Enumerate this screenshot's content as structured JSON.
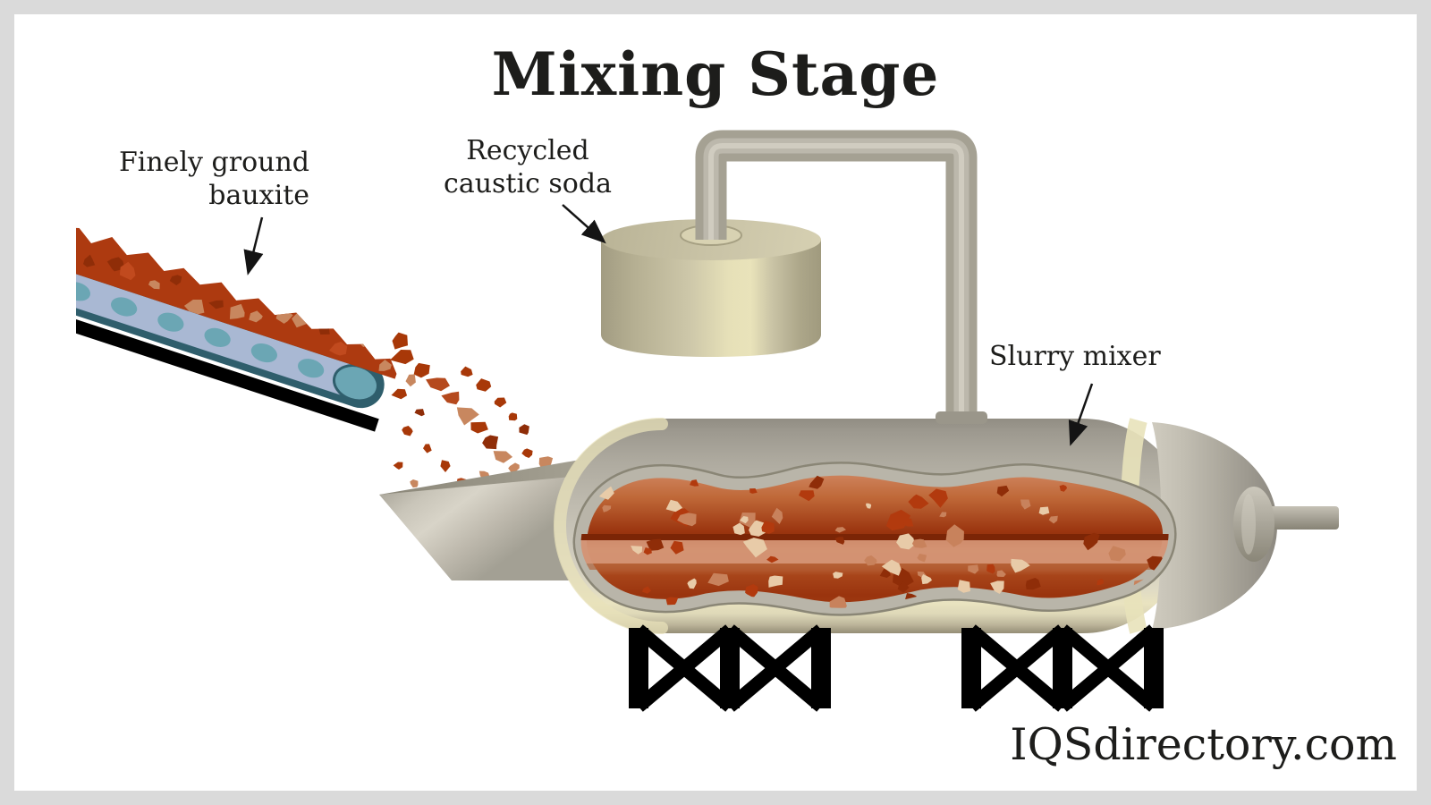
{
  "title": "Mixing Stage",
  "labels": {
    "bauxite_line1": "Finely ground",
    "bauxite_line2": "bauxite",
    "caustic_line1": "Recycled",
    "caustic_line2": "caustic soda",
    "slurry_mixer": "Slurry mixer"
  },
  "watermark": "IQSdirectory.com",
  "colors": {
    "frame_border": "#dadada",
    "background": "#ffffff",
    "text": "#1d1d1b",
    "metal": "#aaa698",
    "metal_highlight": "#e9e3bc",
    "metal_dark": "#8f8b80",
    "bauxite_red": "#ae3a10",
    "bauxite_dark": "#8f2d08",
    "bauxite_tan": "#c8875f",
    "slurry_salmon": "#d28a66",
    "slurry_chunk_cream": "#e8cba8",
    "belt_surface": "#a9b8d3",
    "belt_frame": "#2f5e6c",
    "belt_roller": "#6ba6b4",
    "legs": "#000000"
  }
}
